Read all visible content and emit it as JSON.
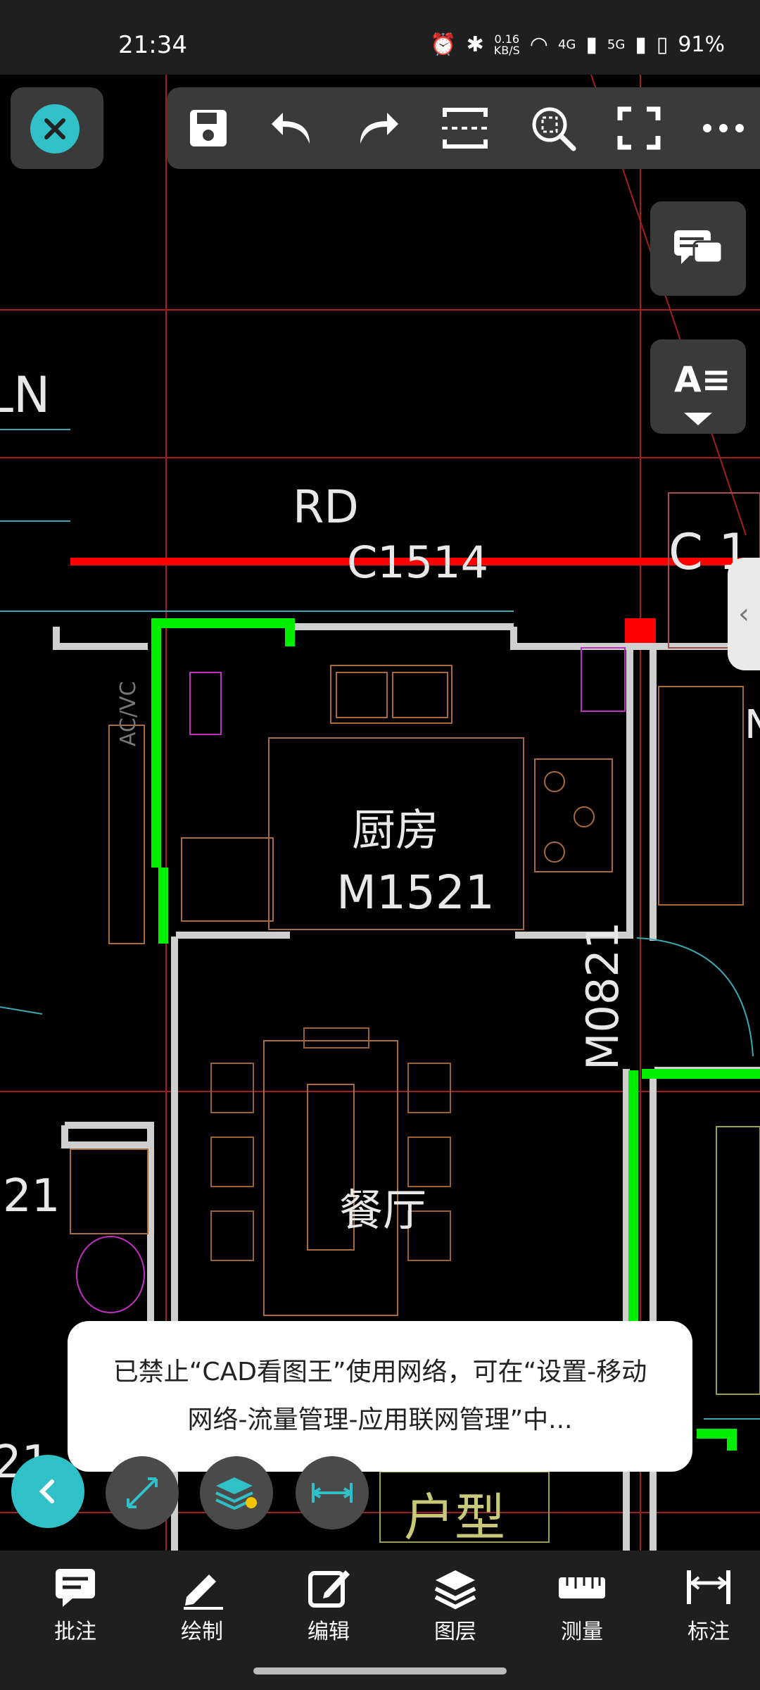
{
  "status_bar": {
    "time": "21:34",
    "net_speed_value": "0.16",
    "net_speed_unit": "KB/S",
    "sig1": "4G",
    "sig2": "5G",
    "battery": "91%"
  },
  "drawing": {
    "labels": {
      "rd": "RD",
      "c1514": "C1514",
      "ln": "LN",
      "kitchen": "厨房",
      "m1521": "M1521",
      "m0821": "M0821",
      "dining": "餐厅",
      "n21_a": "21",
      "n21_b": "21",
      "huxing": "户型",
      "c1": "C 1",
      "acvc": "AC/VC",
      "n": "N"
    },
    "colors": {
      "accent": "#2fc1c7",
      "wall_green": "#00ff00",
      "red_line": "#ff0000"
    }
  },
  "toast": {
    "message": "已禁止“CAD看图王”使用网络，可在“设置-移动网络-流量管理-应用联网管理”中..."
  },
  "bottom_nav": {
    "items": [
      {
        "label": "批注",
        "icon": "comment-icon"
      },
      {
        "label": "绘制",
        "icon": "pencil-icon"
      },
      {
        "label": "编辑",
        "icon": "edit-icon"
      },
      {
        "label": "图层",
        "icon": "layers-icon"
      },
      {
        "label": "测量",
        "icon": "ruler-icon"
      },
      {
        "label": "标注",
        "icon": "dimension-icon"
      }
    ]
  },
  "side": {
    "text_label": "A≡"
  }
}
